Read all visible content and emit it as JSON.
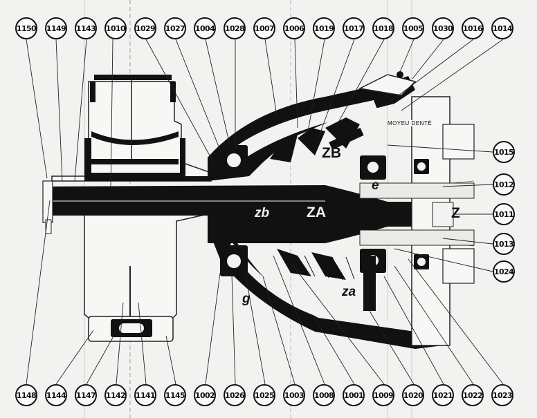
{
  "top_callouts": [
    "1150",
    "1149",
    "1143",
    "1010",
    "1029",
    "1027",
    "1004",
    "1028",
    "1007",
    "1006",
    "1019",
    "1017",
    "1018",
    "1005",
    "1030",
    "1016",
    "1014"
  ],
  "right_callouts": [
    "1015",
    "1012",
    "1011",
    "1013",
    "1024"
  ],
  "bottom_callouts": [
    "1148",
    "1144",
    "1147",
    "1142",
    "1141",
    "1145",
    "1002",
    "1026",
    "1025",
    "1003",
    "1008",
    "1001",
    "1009",
    "1020",
    "1021",
    "1022",
    "1023"
  ],
  "zone_labels": {
    "zb": "ZB",
    "za_upper": "ZA",
    "z": "Z",
    "zb_lower": "zb",
    "za_lower": "za",
    "e": "e",
    "g": "g"
  },
  "hub_label": "MOYEU DENTÉ"
}
